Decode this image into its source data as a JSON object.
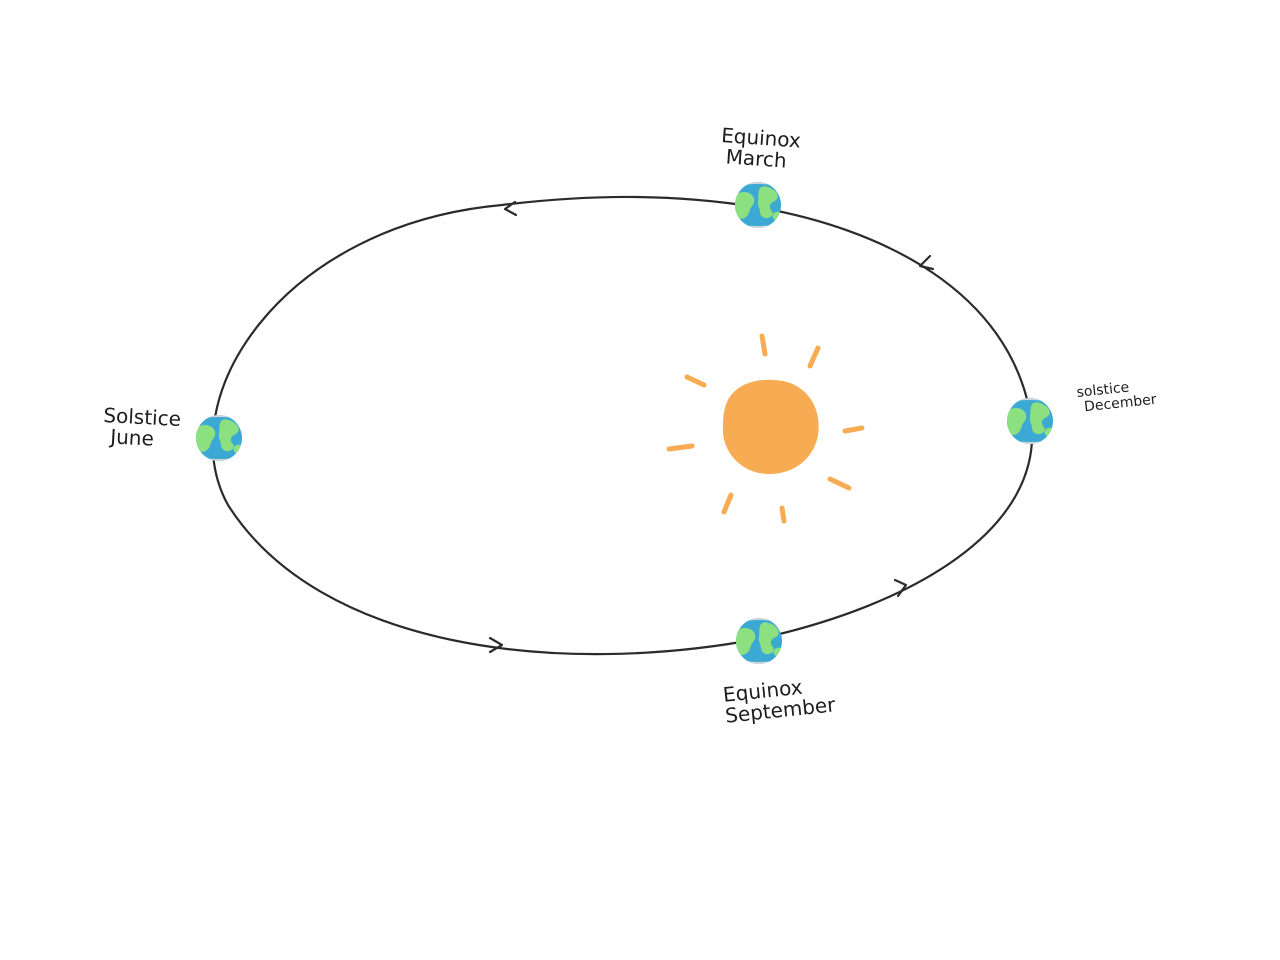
{
  "diagram": {
    "labels": {
      "march": {
        "line1": "Equinox",
        "line2": "March"
      },
      "june": {
        "line1": "Solstice",
        "line2": "June"
      },
      "december": {
        "line1": "solstice",
        "line2": "December"
      },
      "september": {
        "line1": "Equinox",
        "line2": "September"
      }
    },
    "colors": {
      "orbit": "#2b2b2b",
      "sun": "#f7ab52",
      "ocean": "#3ba9d3",
      "land": "#8de07f",
      "ice": "#cfd6dc"
    },
    "icons": {
      "sun": "sun-icon",
      "earth": "earth-icon"
    }
  }
}
